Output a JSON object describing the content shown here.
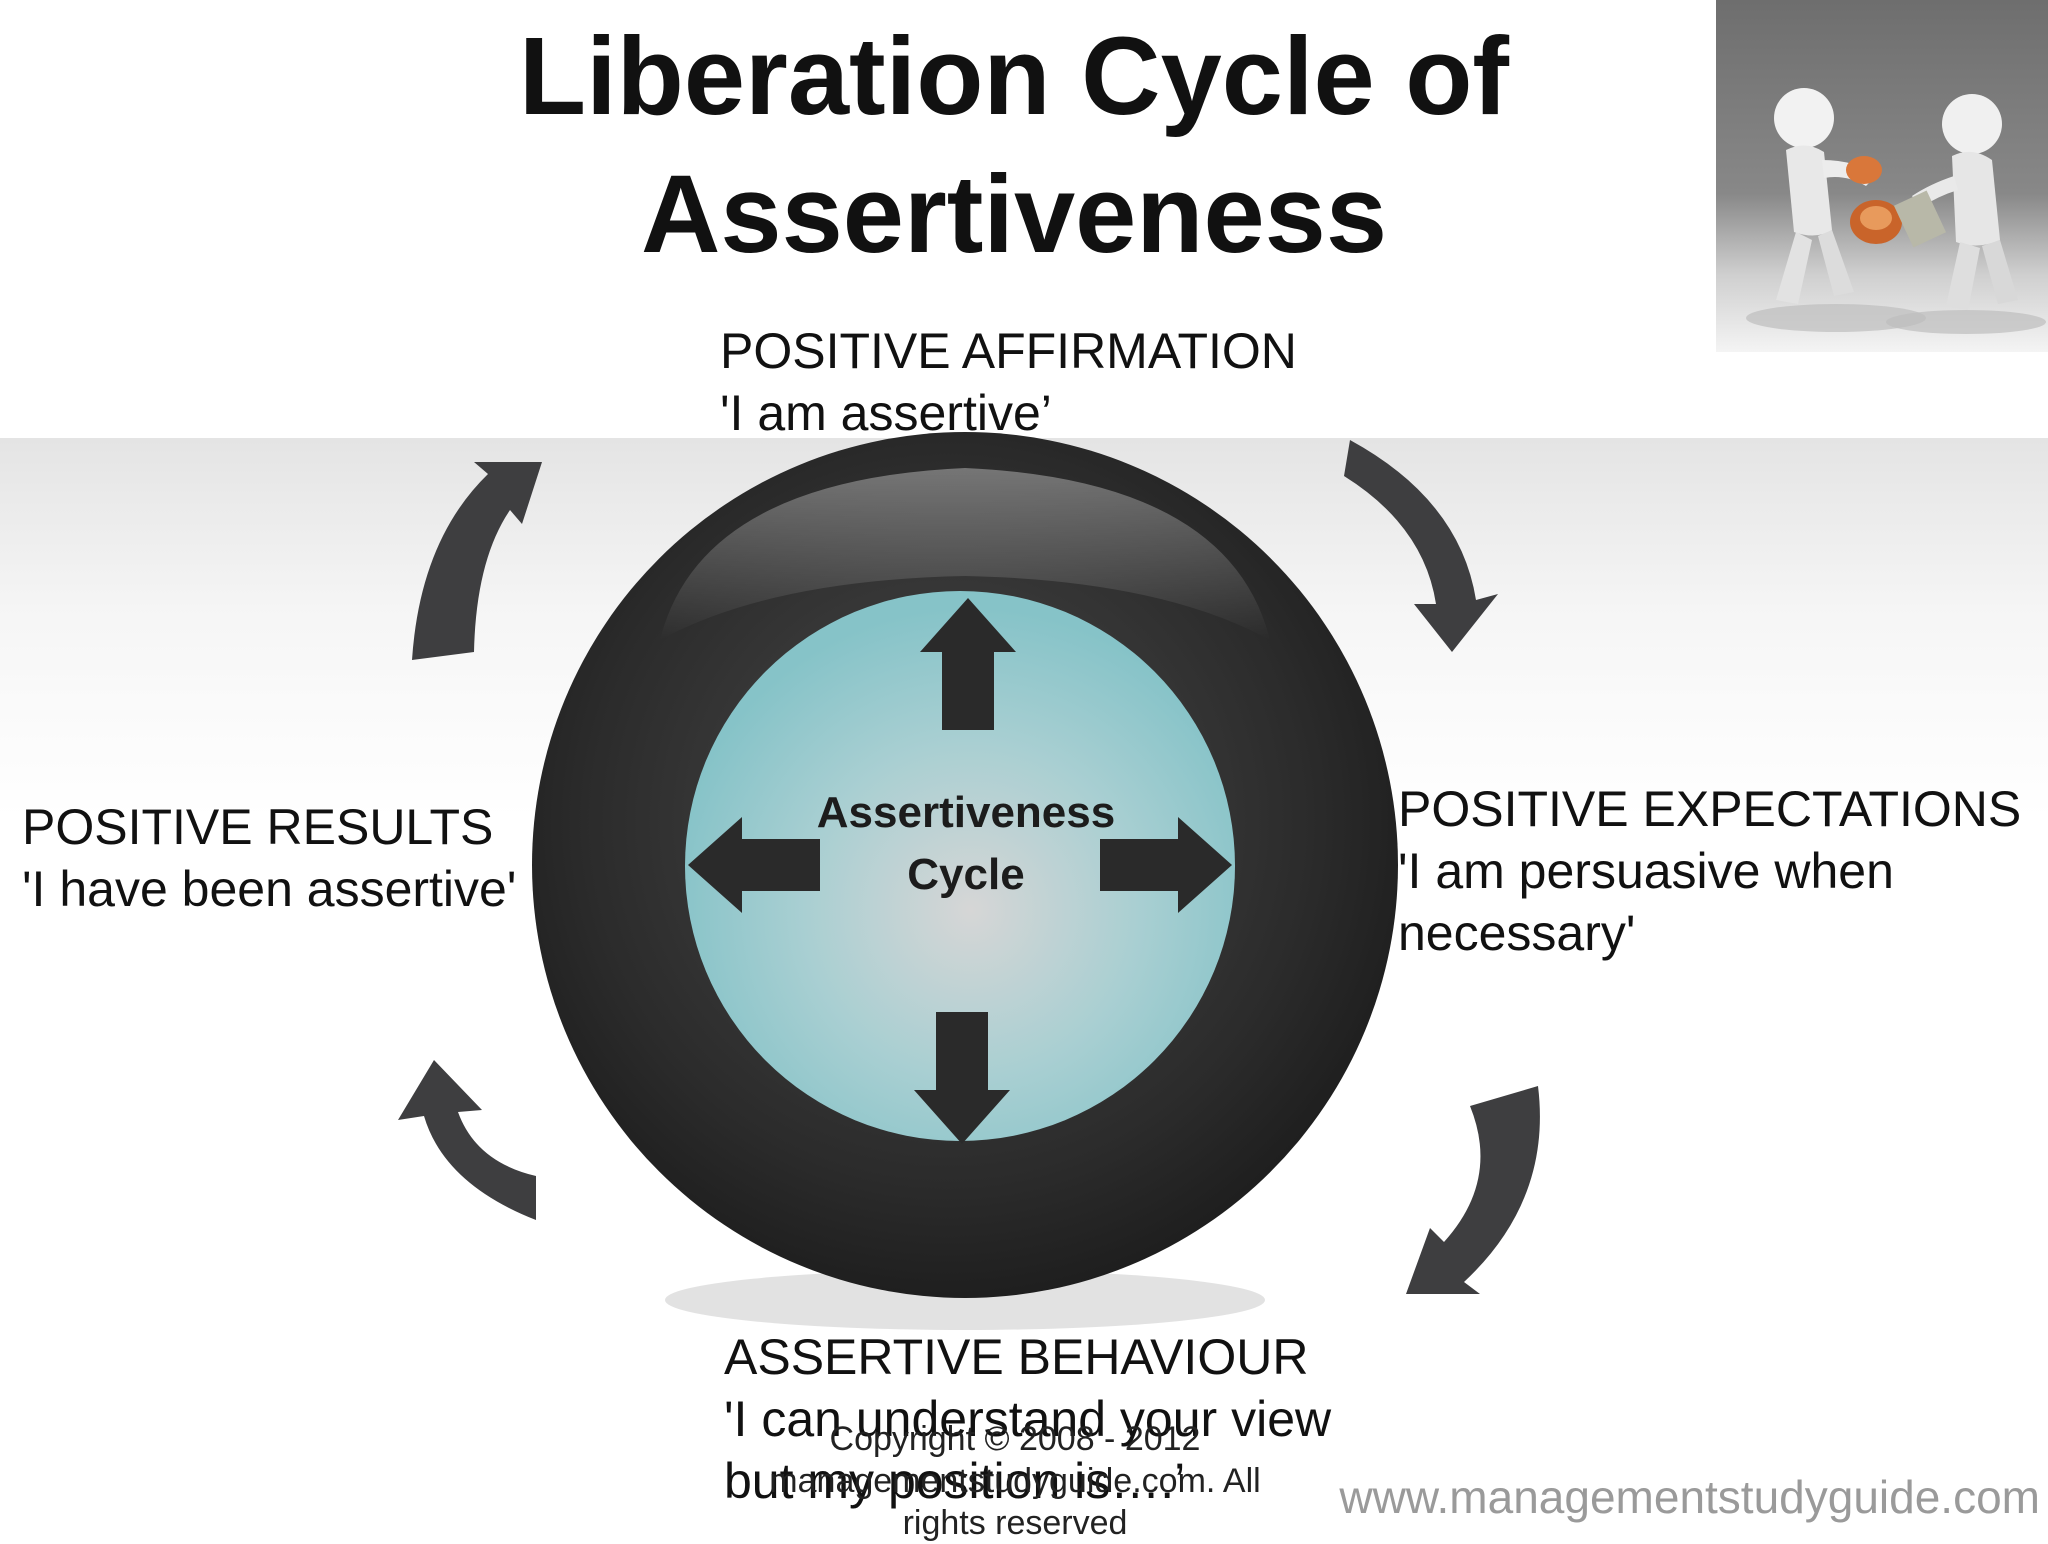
{
  "title": {
    "line1": "Liberation Cycle of",
    "line2": "Assertiveness"
  },
  "center": {
    "line1": "Assertiveness",
    "line2": "Cycle"
  },
  "stages": {
    "top": {
      "heading": "POSITIVE AFFIRMATION",
      "quote": "'I am assertive’"
    },
    "right": {
      "heading": "POSITIVE EXPECTATIONS",
      "quote_line1": "'I am persuasive when",
      "quote_line2": "necessary'"
    },
    "bottom": {
      "heading": "ASSERTIVE BEHAVIOUR",
      "quote_line1": "'I can understand your view",
      "quote_line2": "but my position is….’"
    },
    "left": {
      "heading": "POSITIVE RESULTS",
      "quote": "'I have been assertive'"
    }
  },
  "footer": {
    "copyright_line1": "Copyright © 2008 - 2012",
    "copyright_line2": "managementstudyguide.com. All",
    "copyright_line3": "rights reserved",
    "website": "www.managementstudyguide.com"
  },
  "photo": {
    "icon": "two-figures-exchanging-seal-illustration"
  },
  "colors": {
    "arrow": "#3e3e40",
    "ring": "#2a2a2a",
    "inner_circle": "#8fc6cb",
    "text": "#111111",
    "website": "#9a9a9a"
  }
}
